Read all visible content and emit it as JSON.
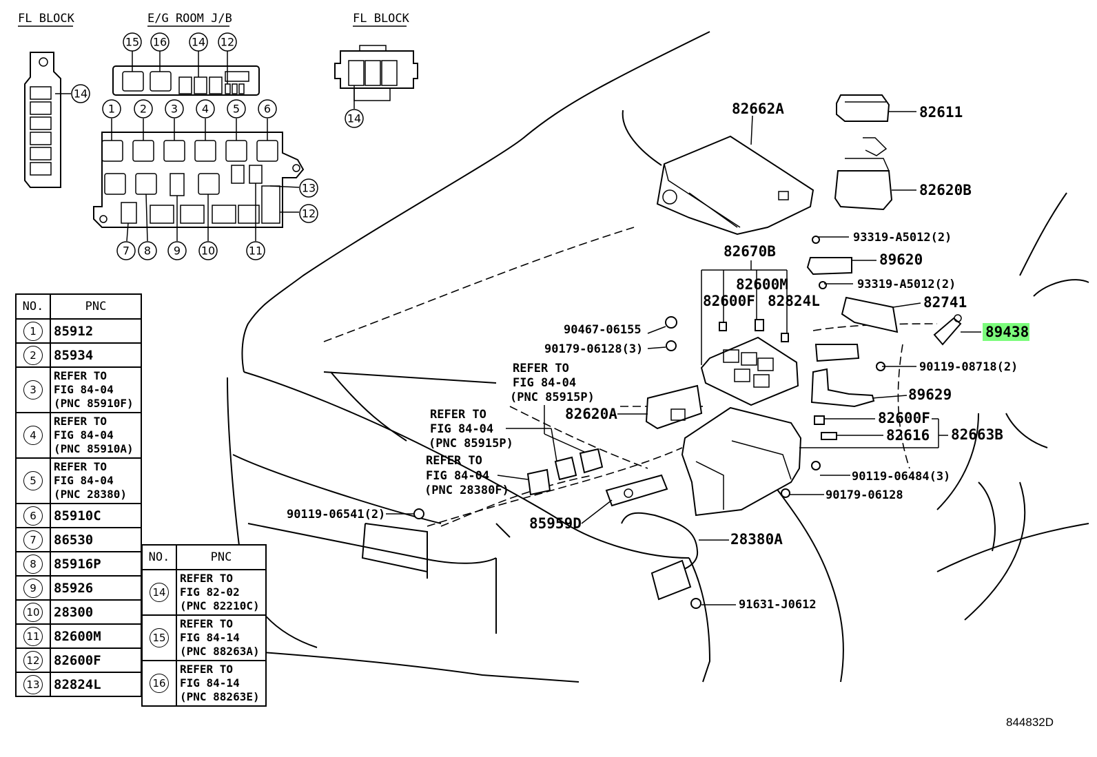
{
  "section_labels": {
    "fl_block_left": "FL BLOCK",
    "eg_room": "E/G ROOM J/B",
    "fl_block_right": "FL BLOCK"
  },
  "callouts": {
    "c1": "1",
    "c2": "2",
    "c3": "3",
    "c4": "4",
    "c5": "5",
    "c6": "6",
    "c7": "7",
    "c8": "8",
    "c9": "9",
    "c10": "10",
    "c11": "11",
    "c12": "12",
    "c13": "13",
    "c14": "14",
    "c15": "15",
    "c16": "16"
  },
  "parts": {
    "p82662A": "82662A",
    "p82611": "82611",
    "p82620B": "82620B",
    "p93319a": "93319-A5012(2)",
    "p89620": "89620",
    "p82670B": "82670B",
    "p93319b": "93319-A5012(2)",
    "p82600M": "82600M",
    "p82600F_top": "82600F",
    "p82824L": "82824L",
    "p82741": "82741",
    "p89438": "89438",
    "p90467": "90467-06155",
    "p90179_3": "90179-06128(3)",
    "p90119_08718": "90119-08718(2)",
    "p89629": "89629",
    "p82620A": "82620A",
    "p82600F_bot": "82600F",
    "p82616": "82616",
    "p82663B": "82663B",
    "p90119_06484": "90119-06484(3)",
    "p90179_06128": "90179-06128",
    "p90119_06541": "90119-06541(2)",
    "p85959D": "85959D",
    "p28380A": "28380A",
    "p91631": "91631-J0612"
  },
  "refer_notes": {
    "r1": [
      "REFER TO",
      "FIG 84-04",
      "(PNC 85915P)"
    ],
    "r2": [
      "REFER TO",
      "FIG 84-04",
      "(PNC 85915P)"
    ],
    "r3": [
      "REFER TO",
      "FIG 84-04",
      "(PNC 28380F)"
    ]
  },
  "table_headers": {
    "no": "NO.",
    "pnc": "PNC"
  },
  "table_main": [
    {
      "no": "1",
      "pnc": "85912"
    },
    {
      "no": "2",
      "pnc": "85934"
    },
    {
      "no": "3",
      "pnc": "REFER TO\nFIG 84-04\n(PNC 85910F)"
    },
    {
      "no": "4",
      "pnc": "REFER TO\nFIG 84-04\n(PNC 85910A)"
    },
    {
      "no": "5",
      "pnc": "REFER TO\nFIG 84-04\n(PNC 28380)"
    },
    {
      "no": "6",
      "pnc": "85910C"
    },
    {
      "no": "7",
      "pnc": "86530"
    },
    {
      "no": "8",
      "pnc": "85916P"
    },
    {
      "no": "9",
      "pnc": "85926"
    },
    {
      "no": "10",
      "pnc": "28300"
    },
    {
      "no": "11",
      "pnc": "82600M"
    },
    {
      "no": "12",
      "pnc": "82600F"
    },
    {
      "no": "13",
      "pnc": "82824L"
    }
  ],
  "table_secondary": [
    {
      "no": "14",
      "pnc": "REFER TO\nFIG 82-02\n(PNC 82210C)"
    },
    {
      "no": "15",
      "pnc": "REFER TO\nFIG 84-14\n(PNC 88263A)"
    },
    {
      "no": "16",
      "pnc": "REFER TO\nFIG 84-14\n(PNC 88263E)"
    }
  ],
  "figure_code": "844832D",
  "colors": {
    "highlight": "#7CFC7C",
    "ink": "#000000",
    "background": "#ffffff"
  }
}
